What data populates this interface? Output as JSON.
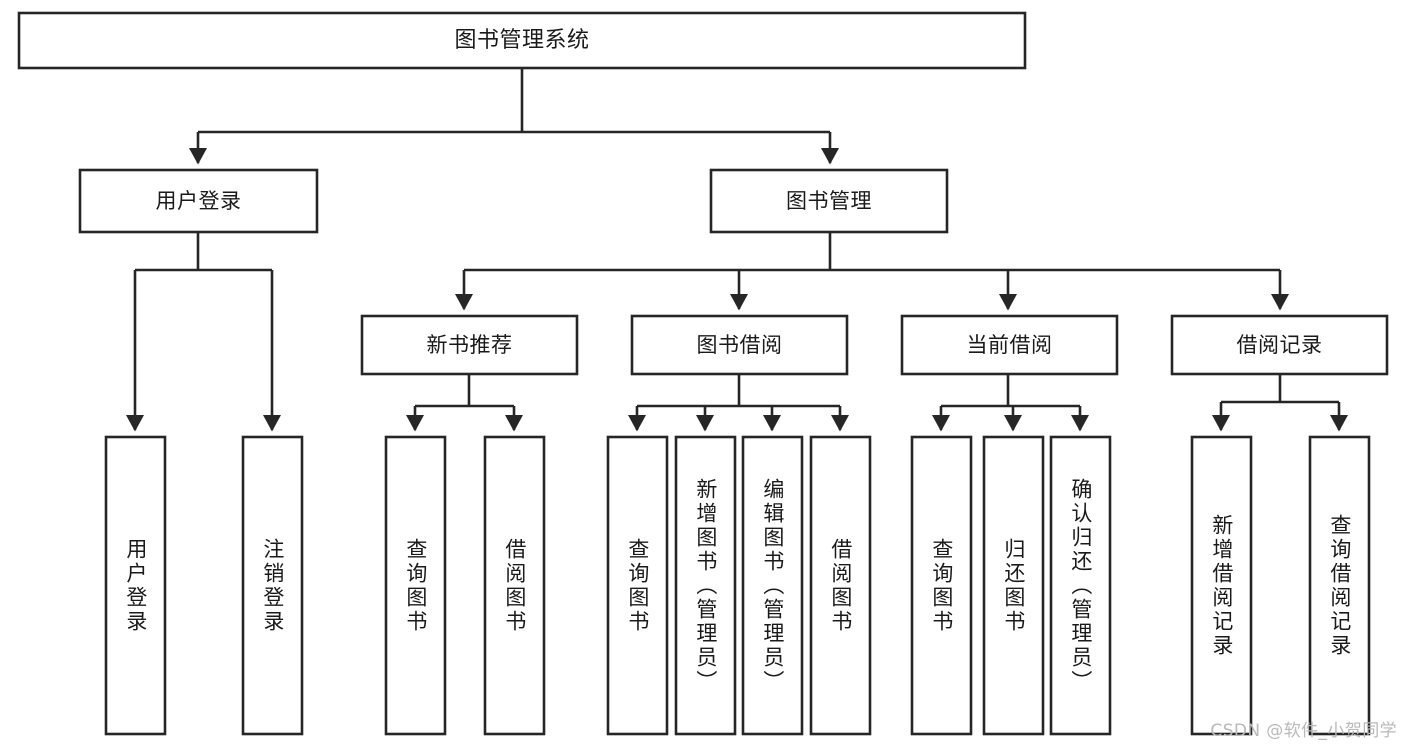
{
  "diagram": {
    "title": "图书管理系统",
    "type": "hierarchy-tree",
    "colors": {
      "box_stroke": "#262626",
      "box_fill": "#ffffff",
      "text": "#1a1a1a",
      "background": "#ffffff",
      "watermark": "#b9b9b9"
    },
    "levels": {
      "root": "图书管理系统",
      "level2": [
        "用户登录",
        "图书管理"
      ],
      "level3": [
        "新书推荐",
        "图书借阅",
        "当前借阅",
        "借阅记录"
      ],
      "leaves": [
        "用户登录",
        "注销登录",
        "查询图书",
        "借阅图书",
        "查询图书",
        "新增图书（管理员）",
        "编辑图书（管理员）",
        "借阅图书",
        "查询图书",
        "归还图书",
        "确认归还（管理员）",
        "新增借阅记录",
        "查询借阅记录"
      ]
    },
    "nodes": {
      "root": {
        "label": "图书管理系统"
      },
      "user_login": {
        "label": "用户登录"
      },
      "book_manage": {
        "label": "图书管理"
      },
      "new_book_rec": {
        "label": "新书推荐"
      },
      "book_borrow": {
        "label": "图书借阅"
      },
      "current_borrow": {
        "label": "当前借阅"
      },
      "borrow_record": {
        "label": "借阅记录"
      },
      "leaf_user_login": {
        "label": "用户登录"
      },
      "leaf_logout": {
        "label": "注销登录"
      },
      "leaf_query_book_1": {
        "label": "查询图书"
      },
      "leaf_borrow_book_1": {
        "label": "借阅图书"
      },
      "leaf_query_book_2": {
        "label": "查询图书"
      },
      "leaf_add_book_admin": {
        "label": "新增图书（管理员）"
      },
      "leaf_edit_book_admin": {
        "label": "编辑图书（管理员）"
      },
      "leaf_borrow_book_2": {
        "label": "借阅图书"
      },
      "leaf_query_book_3": {
        "label": "查询图书"
      },
      "leaf_return_book": {
        "label": "归还图书"
      },
      "leaf_confirm_return_admin": {
        "label": "确认归还（管理员）"
      },
      "leaf_add_record": {
        "label": "新增借阅记录"
      },
      "leaf_query_record": {
        "label": "查询借阅记录"
      }
    },
    "watermark": "CSDN @软件_小贺同学"
  }
}
